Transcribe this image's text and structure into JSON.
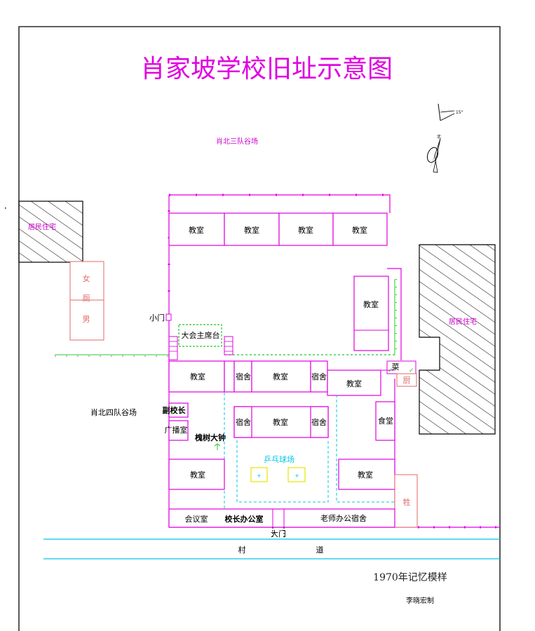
{
  "title": "肖家坡学校旧址示意图",
  "compass": {
    "label": "北",
    "angle": "15°"
  },
  "areas": {
    "north_field": "肖北三队谷场",
    "west_field": "肖北四队谷场"
  },
  "houses": {
    "west": "居民住宅",
    "east": "居民住宅"
  },
  "rooms": {
    "classroom": "教室",
    "dorm": "宿舍",
    "stage": "大会主席台",
    "vice_principal": "副校长",
    "broadcast": "广播室",
    "bell": "槐树大钟",
    "pingpong": "乒乓球场",
    "canteen": "食堂",
    "meeting": "会议室",
    "principal": "校长办公室",
    "teacher_dorm": "老师办公宿舍",
    "vegetable": "菜",
    "kitchen": "厨",
    "pig": "牲",
    "small_gate": "小门",
    "main_gate": "大门"
  },
  "toilet": {
    "female": "女",
    "mid": "厕",
    "male": "男"
  },
  "road": {
    "left": "村",
    "right": "道"
  },
  "credits": {
    "line1": "1970年记忆模样",
    "line2": "李晓宏制"
  },
  "colors": {
    "wall": "#e000e0",
    "toilet": "#e36a6a",
    "court": "#00c8e6",
    "hedge": "#22cc22",
    "table": "#e6e600"
  }
}
